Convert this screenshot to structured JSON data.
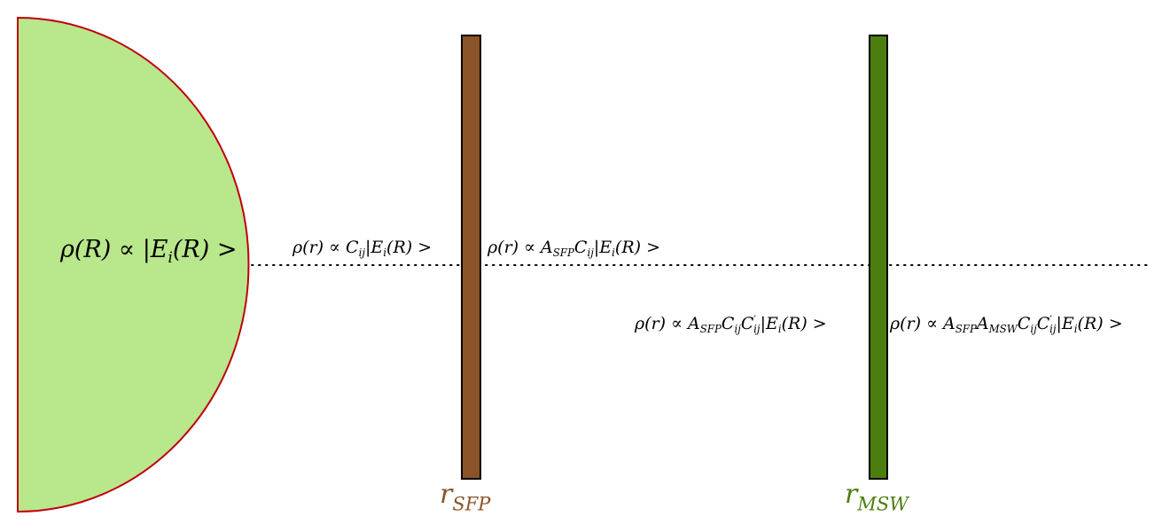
{
  "colors": {
    "source_fill": "#b9e78b",
    "source_stroke": "#c0000d",
    "sfp_wall": "#8b5328",
    "msw_wall": "#4b7e0f",
    "dotted_line": "#000000"
  },
  "source": {
    "expr_parts": [
      "ρ(R) ∝ |E",
      "i",
      "(R) >"
    ]
  },
  "labels": {
    "before_sfp": [
      "ρ(r) ∝ C",
      "ij",
      "|E",
      "i",
      "(R) >"
    ],
    "after_sfp": [
      "ρ(r) ∝ A",
      "SFP",
      "C",
      "ij",
      "|E",
      "i",
      "(R) >"
    ],
    "before_msw": [
      "ρ(r) ∝ A",
      "SFP",
      "C",
      "ij",
      "C",
      "′",
      "ij",
      "|E",
      "i",
      "(R) >"
    ],
    "after_msw": [
      "ρ(r) ∝ A",
      "SFP",
      "A",
      "MSW",
      "C",
      "ij",
      "C",
      "′",
      "ij",
      "|E",
      "i",
      "(R) >"
    ]
  },
  "walls": {
    "sfp": {
      "symbol": "r",
      "subscript": "SFP"
    },
    "msw": {
      "symbol": "r",
      "subscript": "MSW"
    }
  }
}
